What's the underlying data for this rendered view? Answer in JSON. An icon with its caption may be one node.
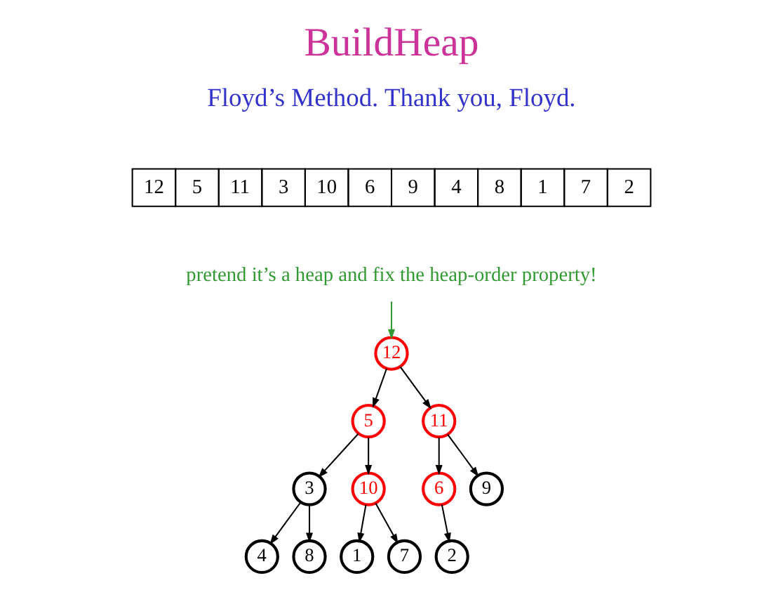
{
  "diagram": {
    "title": "BuildHeap",
    "nodes": [
      {
        "text": [
          "pretend it’s a heap and fix the heap-order property!"
        ]
      },
      {
        "text": [
          "12"
        ]
      },
      {
        "text": [
          "5"
        ]
      },
      {
        "text": [
          "11"
        ]
      },
      {
        "text": [
          "3"
        ]
      },
      {
        "text": [
          "10"
        ]
      },
      {
        "text": [
          "6"
        ]
      },
      {
        "text": [
          "9"
        ]
      },
      {
        "text": [
          "4"
        ]
      },
      {
        "text": [
          "8"
        ]
      },
      {
        "text": [
          "1"
        ]
      },
      {
        "text": [
          "7"
        ]
      },
      {
        "text": [
          "2"
        ]
      }
    ],
    "edges": [
      {
        "from": 0,
        "to": 1,
        "arrow": "to",
        "color": "#339933"
      },
      {
        "from": 1,
        "to": 2,
        "arrow": "to"
      },
      {
        "from": 1,
        "to": 3,
        "arrow": "to"
      },
      {
        "from": 2,
        "to": 4,
        "arrow": "to"
      },
      {
        "from": 2,
        "to": 5,
        "arrow": "to"
      },
      {
        "from": 3,
        "to": 6,
        "arrow": "to"
      },
      {
        "from": 3,
        "to": 7,
        "arrow": "to"
      },
      {
        "from": 4,
        "to": 8,
        "arrow": "to"
      },
      {
        "from": 4,
        "to": 9,
        "arrow": "to"
      },
      {
        "from": 5,
        "to": 10,
        "arrow": "to"
      },
      {
        "from": 5,
        "to": 11,
        "arrow": "to"
      },
      {
        "from": 6,
        "to": 12,
        "arrow": "to"
      }
    ],
    "labels": [
      "Floyd’s Method. Thank you, Floyd.",
      "12",
      "5",
      "11",
      "3",
      "10",
      "6",
      "9",
      "4",
      "8",
      "1",
      "7",
      "2"
    ]
  }
}
